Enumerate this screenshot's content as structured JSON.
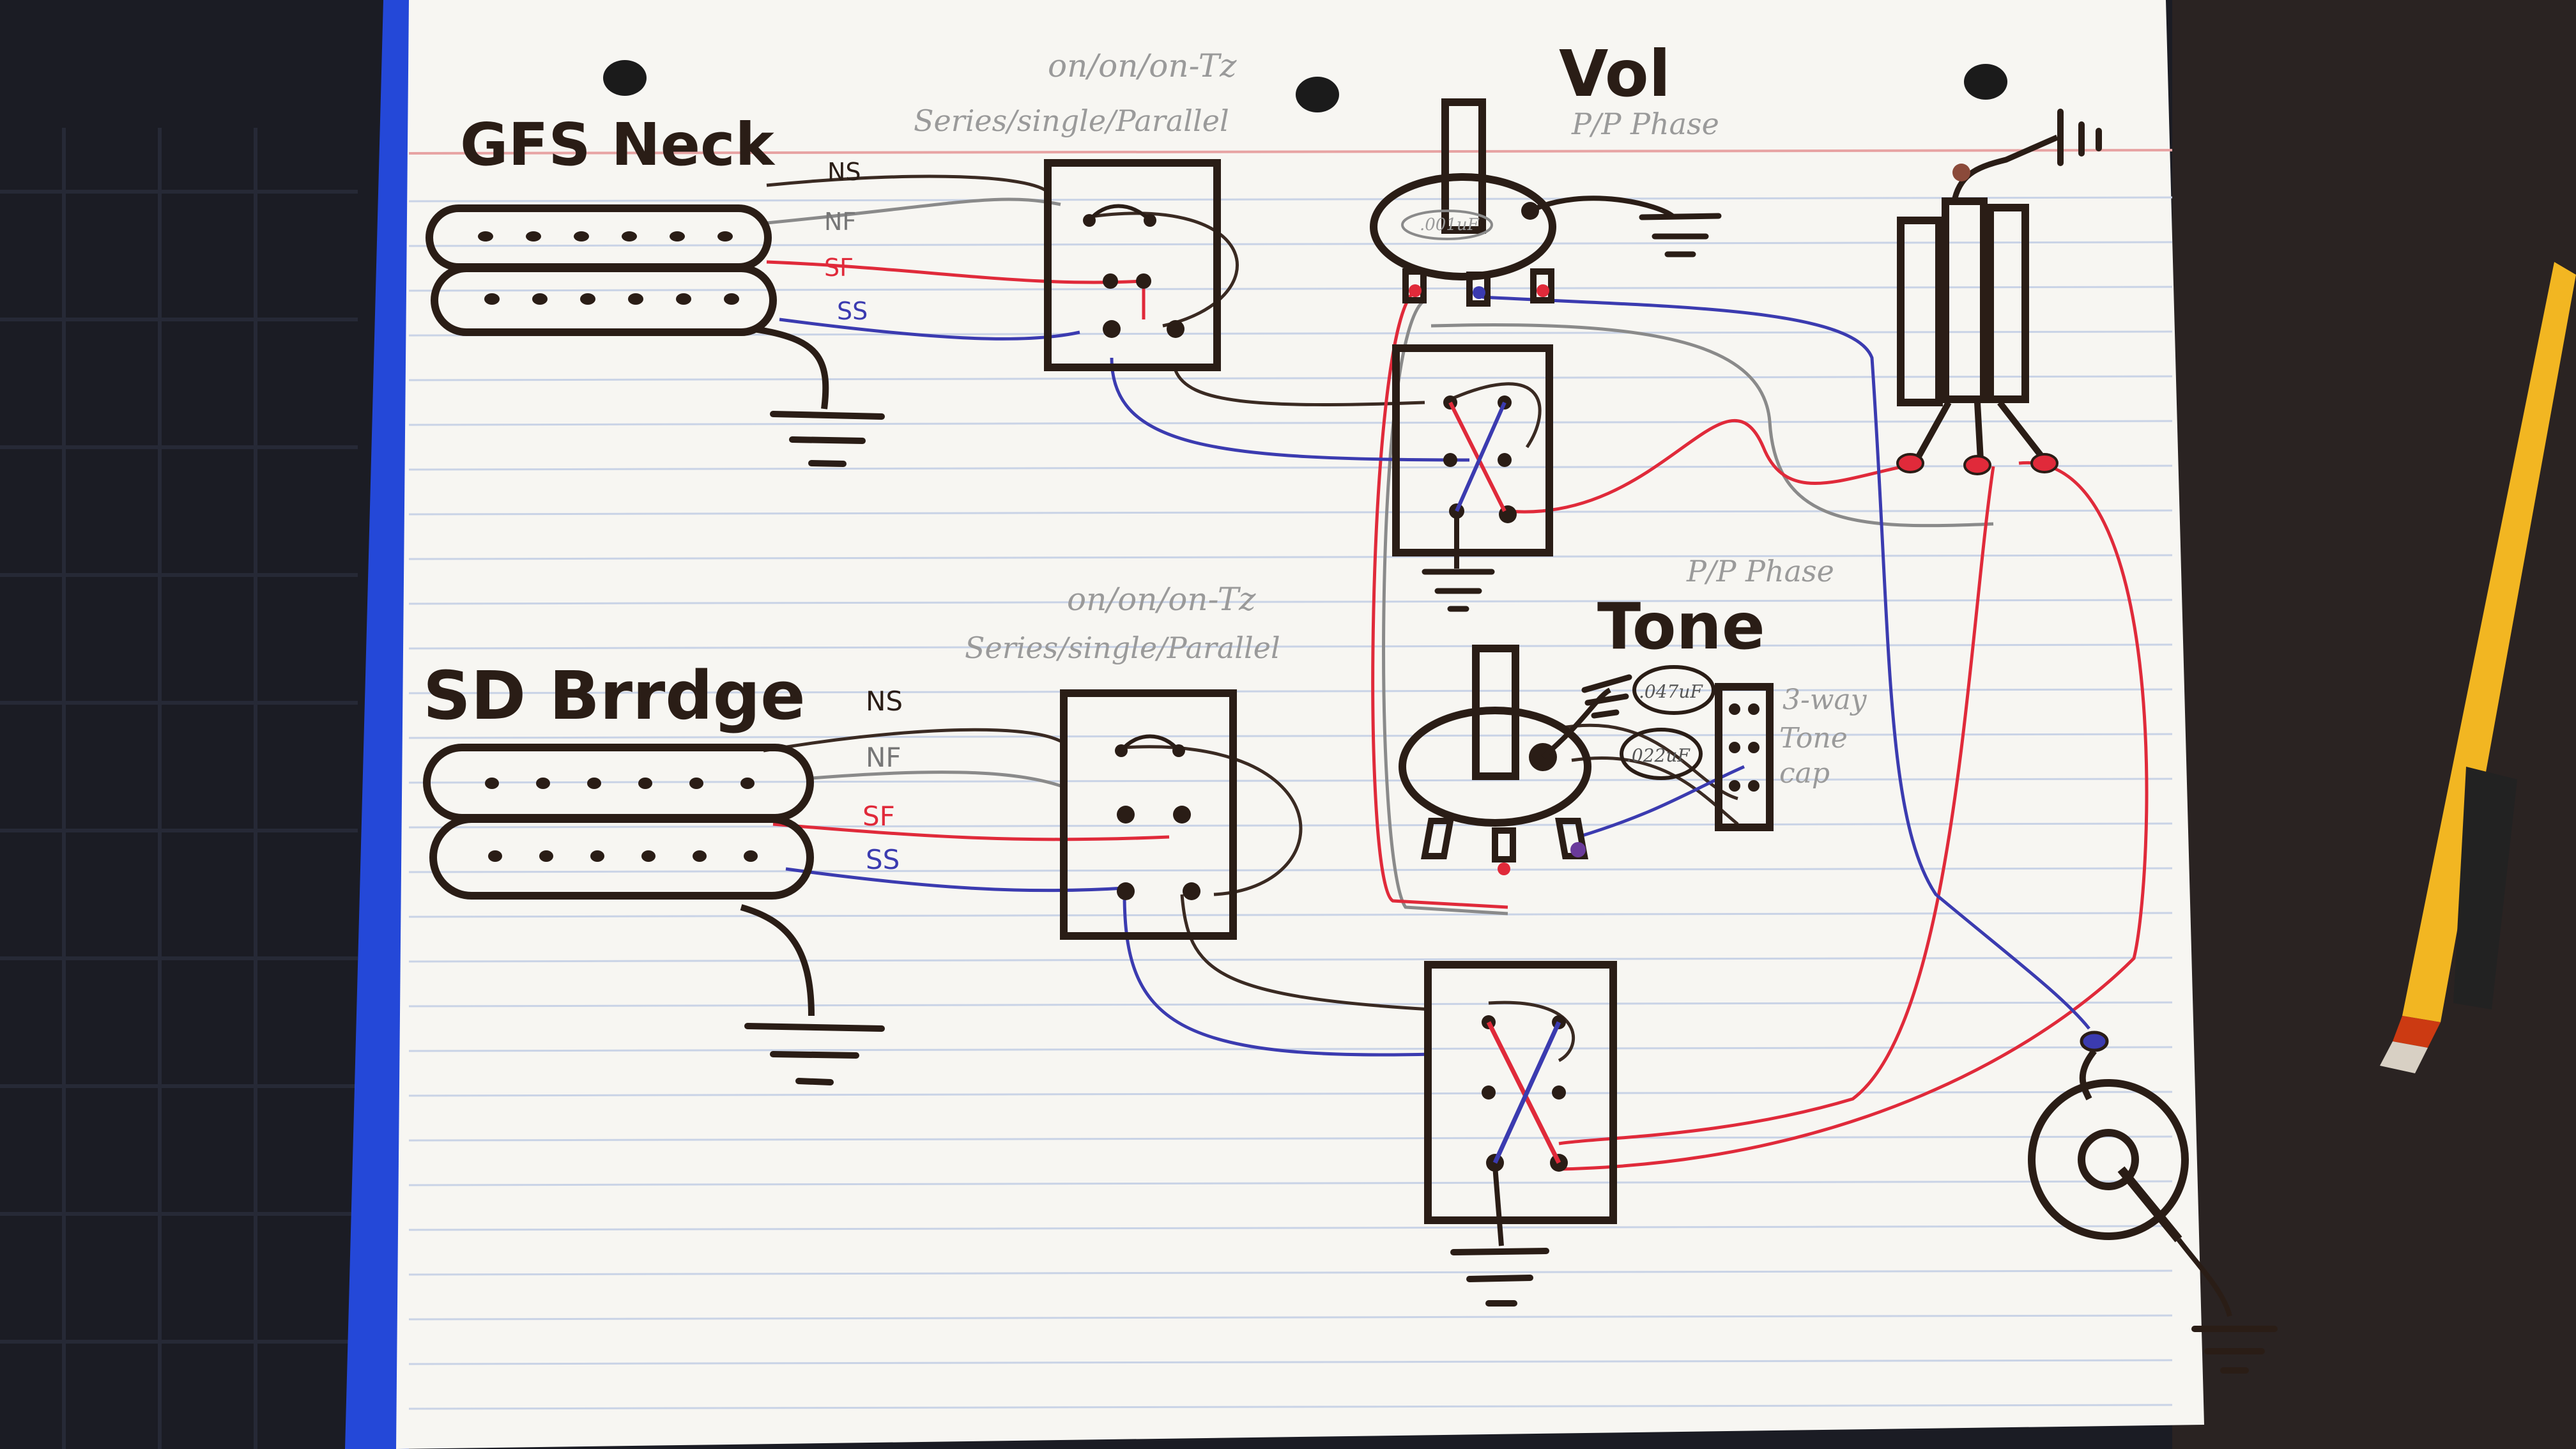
{
  "title": "",
  "labels": {
    "neck_pickup": "GFS Neck",
    "bridge_pickup": "SD Brrdge",
    "volume": "Vol",
    "tone": "Tone",
    "neck_switch_note_1": "on/on/on-Tz",
    "neck_switch_note_2": "Series/single/Parallel",
    "bridge_switch_note_1": "on/on/on-Tz",
    "bridge_switch_note_2": "Series/single/Parallel",
    "vol_pp_note": "P/P Phase",
    "tone_pp_note": "P/P Phase",
    "cap_vol": ".001uF",
    "cap_tone_1": ".047uF",
    "cap_tone_2": ".022uF",
    "tone_cap_note_1": "3-way",
    "tone_cap_note_2": "Tone",
    "tone_cap_note_3": "cap",
    "neck_wires": [
      "NS",
      "NF",
      "SF",
      "SS"
    ],
    "bridge_wires": [
      "NS",
      "NF",
      "SF",
      "SS"
    ]
  },
  "colors": {
    "ink": "#2a1d16",
    "red_wire": "#e02a3a",
    "blue_wire": "#3b3bb0",
    "gray_wire": "#8a8a8a",
    "paper": "#f7f6f2",
    "rule_line": "#c9d3e6",
    "margin_line": "#e7a3a3",
    "blue_cover": "#2448d8"
  }
}
